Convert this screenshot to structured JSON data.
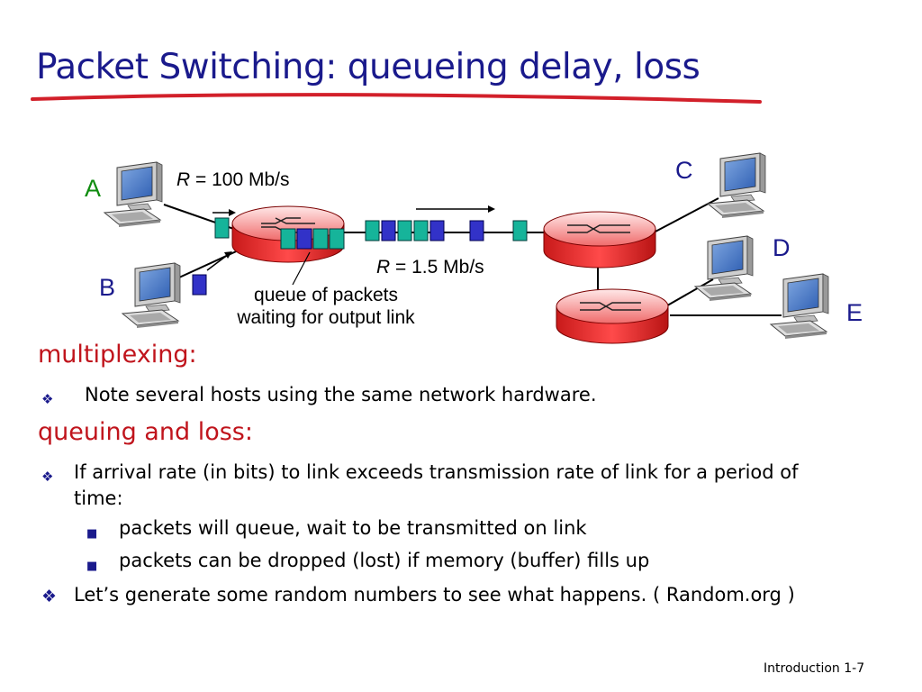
{
  "slide": {
    "title": "Packet Switching: queueing delay, loss",
    "footer": "Introduction 1-7"
  },
  "diagram": {
    "hosts": {
      "a": "A",
      "b": "B",
      "c": "C",
      "d": "D",
      "e": "E"
    },
    "rate_access": {
      "symbol": "R",
      "value": "= 100 Mb/s"
    },
    "rate_link": {
      "symbol": "R",
      "value": "= 1.5 Mb/s"
    },
    "queue_note": {
      "line1": "queue of packets",
      "line2": "waiting for output link"
    },
    "colors": {
      "packet_teal": "#16b49a",
      "packet_blue": "#3232c8",
      "router_red": "#e82020",
      "host_a_label": "#0f8c0f",
      "host_bcde_label": "#1a1a8c"
    }
  },
  "content": {
    "section1": "multiplexing:",
    "bullet1": "Note several hosts using the same network hardware.",
    "section2": "queuing and loss:",
    "bullet2_line1": "If arrival rate (in bits) to link exceeds transmission rate of link for a period of",
    "bullet2_line2": "time:",
    "sub1": "packets will queue, wait to be transmitted on link",
    "sub2": "packets can be dropped (lost) if memory (buffer) fills up",
    "bullet3": "Let’s generate some random numbers to see what happens.  ( Random.org )",
    "markers": {
      "diamond": "❖",
      "square": "■"
    }
  }
}
